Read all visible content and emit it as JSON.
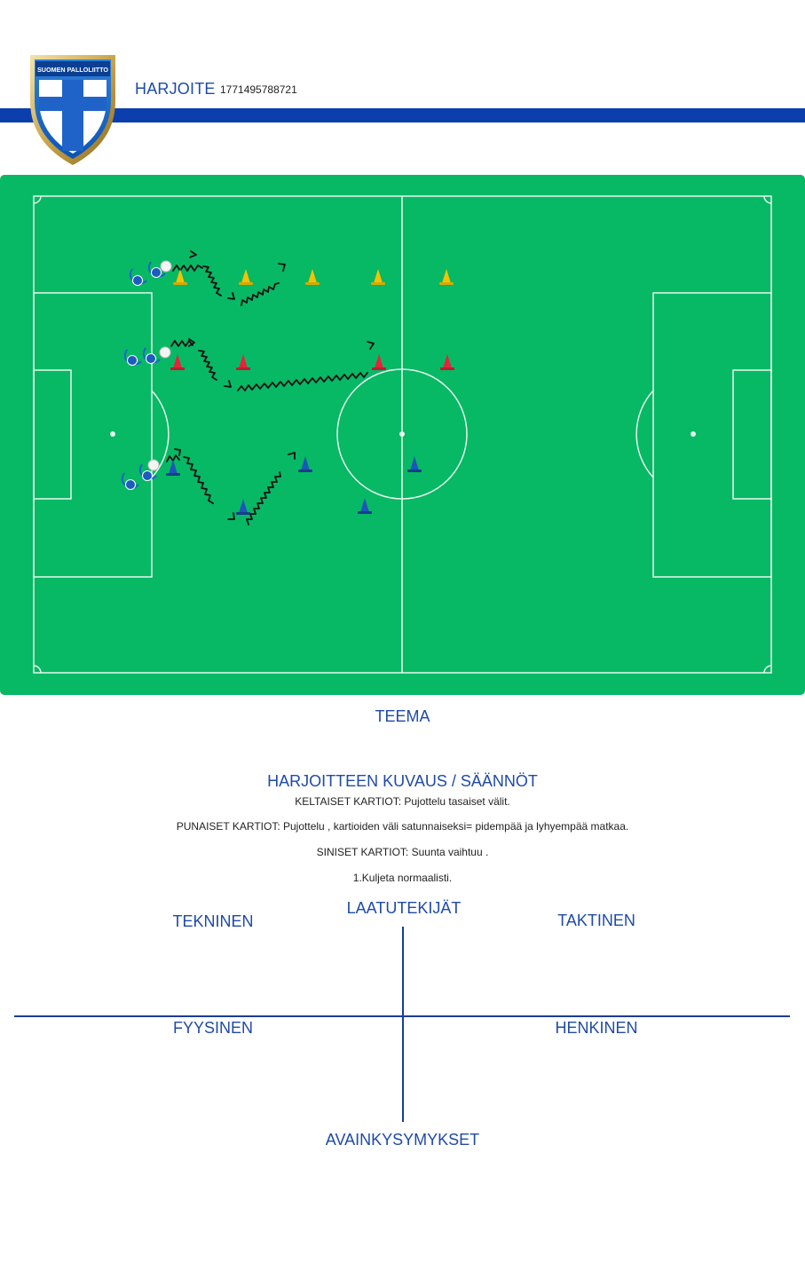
{
  "header": {
    "logo_text": "SUOMEN PALLOLIITTO",
    "title": "HARJOITE",
    "id": "1771495788721"
  },
  "colors": {
    "brand_blue": "#0b3fae",
    "pitch_green": "#07b865",
    "cone_yellow": "#f6c200",
    "cone_red": "#e8223a",
    "cone_blue": "#1e56b8"
  },
  "drill": {
    "icons": [
      "player-icon",
      "ball-icon",
      "cone-icon",
      "dribble-arrow-icon"
    ]
  },
  "sections": {
    "teema": "TEEMA",
    "kuvaus": "HARJOITTEEN KUVAUS / SÄÄNNÖT",
    "rules": [
      "KELTAISET KARTIOT: Pujottelu tasaiset välit.",
      "PUNAISET KARTIOT:  Pujottelu , kartioiden väli satunnaiseksi= pidempää ja lyhyempää matkaa.",
      "SINISET KARTIOT: Suunta vaihtuu .",
      "1.Kuljeta normaalisti."
    ]
  },
  "quadrants": {
    "laatutekijat": "LAATUTEKIJÄT",
    "tekninen": "TEKNINEN",
    "taktinen": "TAKTINEN",
    "fyysinen": "FYYSINEN",
    "henkinen": "HENKINEN",
    "avainkysymykset": "AVAINKYSYMYKSET"
  }
}
